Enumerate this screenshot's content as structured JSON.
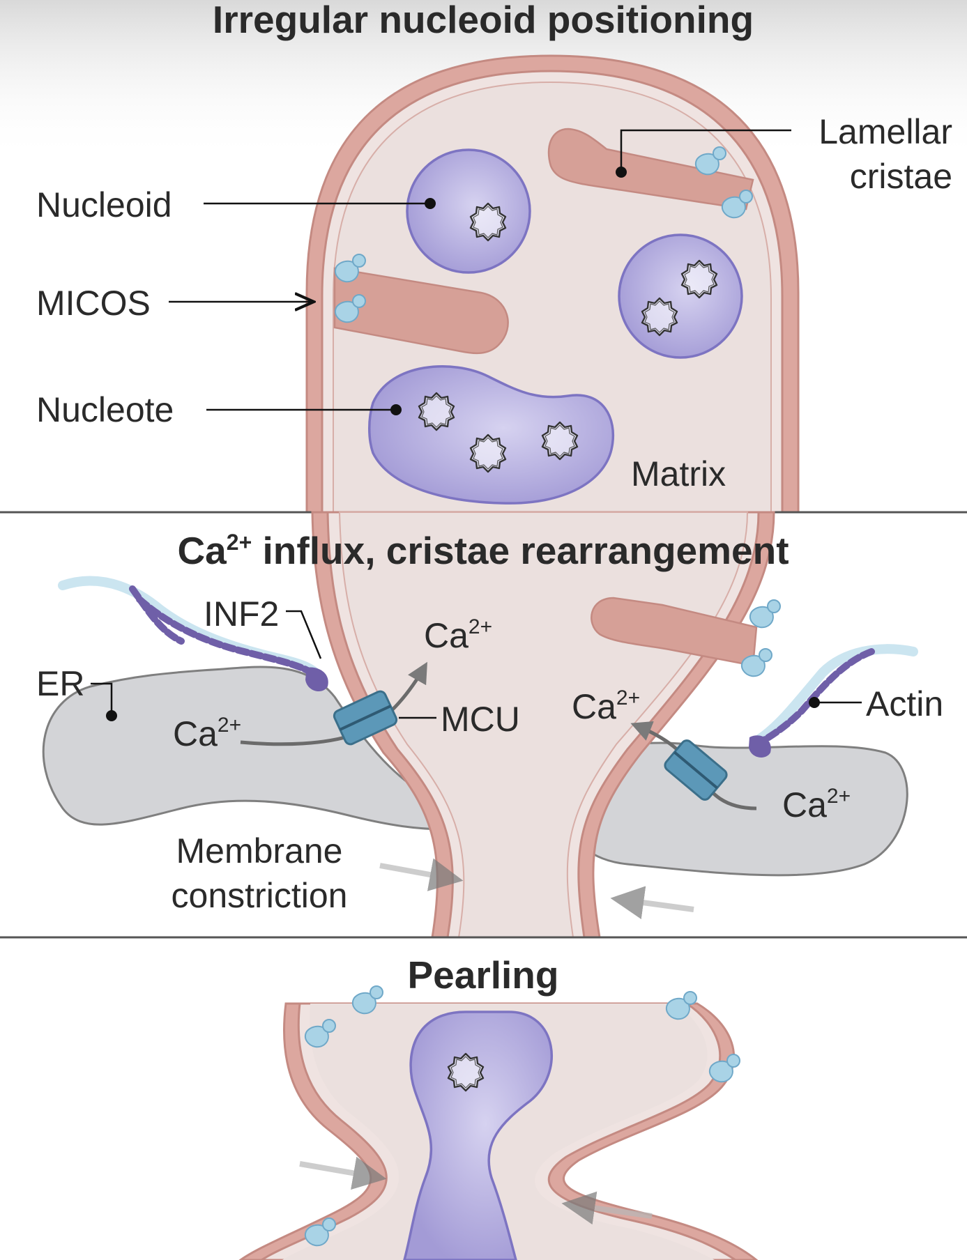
{
  "panels": {
    "top": {
      "title": "Irregular nucleoid positioning",
      "labels": {
        "nucleoid": "Nucleoid",
        "micos": "MICOS",
        "nucleote": "Nucleote",
        "lamellar_line1": "Lamellar",
        "lamellar_line2": "cristae",
        "matrix": "Matrix"
      }
    },
    "middle": {
      "title_main": "Ca",
      "title_sup": "2+",
      "title_rest": " influx, cristae rearrangement",
      "labels": {
        "inf2": "INF2",
        "er": "ER",
        "mcu": "MCU",
        "actin": "Actin",
        "ca": "Ca",
        "ca_sup": "2+",
        "membrane_line1": "Membrane",
        "membrane_line2": "constriction"
      }
    },
    "bottom": {
      "title": "Pearling"
    }
  },
  "colors": {
    "membrane": "#d9a59c",
    "membrane_stroke": "#c48a82",
    "matrix": "#ede2e0",
    "nucleoid": "#a9a3d8",
    "nucleoid_stroke": "#7c72c0",
    "micos": "#a9d3e6",
    "er": "#d2d3d6",
    "mcu": "#5c98b8",
    "actin": "#6f5fa8",
    "divider": "#555555"
  }
}
